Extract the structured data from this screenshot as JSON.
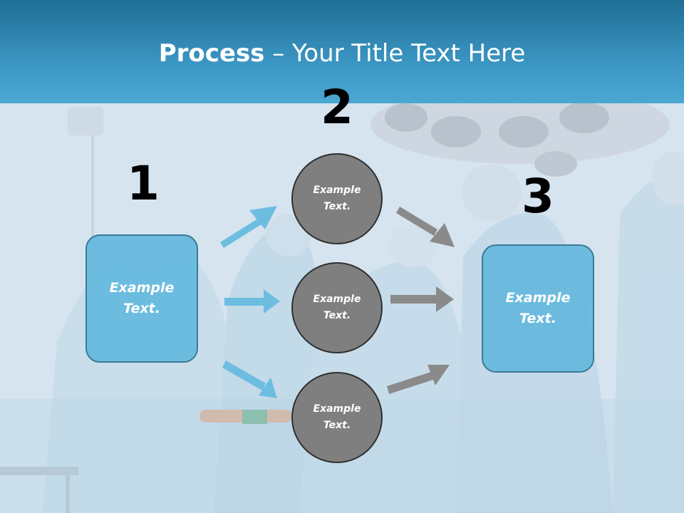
{
  "title": {
    "bold": "Process",
    "rest": " – Your Title Text Here"
  },
  "steps": {
    "one": "1",
    "two": "2",
    "three": "3"
  },
  "left_box": {
    "line1": "Example",
    "line2": "Text."
  },
  "right_box": {
    "line1": "Example",
    "line2": "Text."
  },
  "circles": [
    {
      "line1": "Example",
      "line2": "Text."
    },
    {
      "line1": "Example",
      "line2": "Text."
    },
    {
      "line1": "Example",
      "line2": "Text."
    }
  ],
  "colors": {
    "header": "#3b95c2",
    "box_fill": "#64b9dd",
    "circle_fill": "#7f7f7f",
    "arrow_blue": "#6cbde0",
    "arrow_gray": "#8a8a8a"
  }
}
